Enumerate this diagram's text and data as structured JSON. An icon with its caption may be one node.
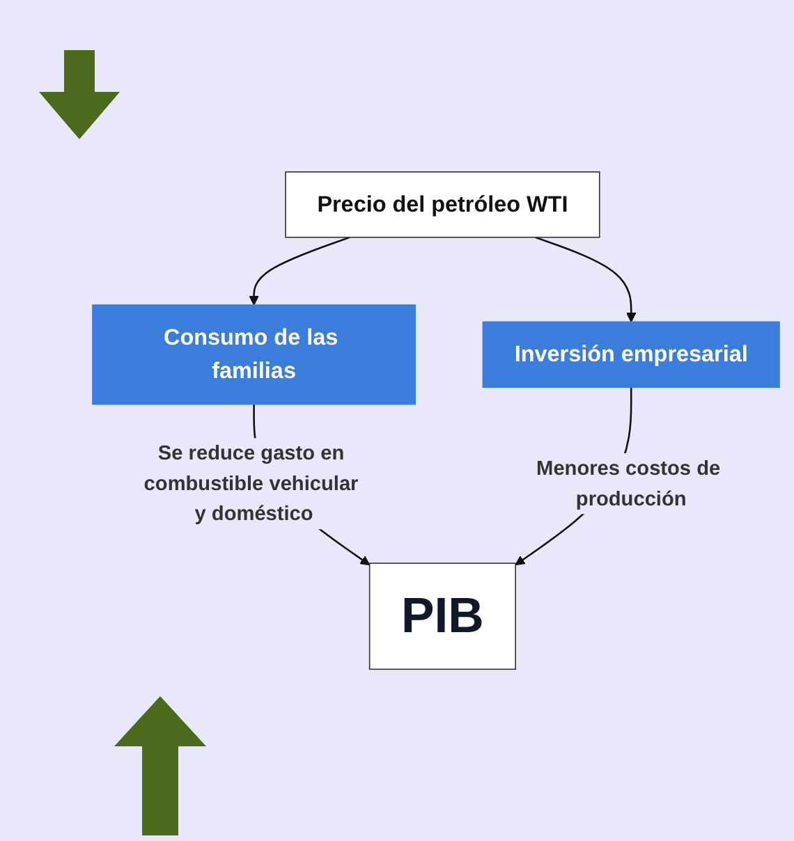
{
  "diagram": {
    "nodes": [
      {
        "text": [
          "Precio del petróleo WTI"
        ]
      },
      {
        "text": [
          "Consumo de las familias"
        ]
      },
      {
        "text": [
          "Inversión empresarial"
        ]
      },
      {
        "text": [
          "PIB"
        ]
      }
    ],
    "edges": [
      {
        "from": 0,
        "to": 1,
        "arrow": "to"
      },
      {
        "from": 0,
        "to": 2,
        "arrow": "to"
      },
      {
        "from": 1,
        "to": 3,
        "arrow": "to",
        "label": "Se reduce gasto en combustible vehicular y doméstico"
      },
      {
        "from": 2,
        "to": 3,
        "arrow": "to",
        "label": "Menores costos de producción"
      }
    ]
  }
}
